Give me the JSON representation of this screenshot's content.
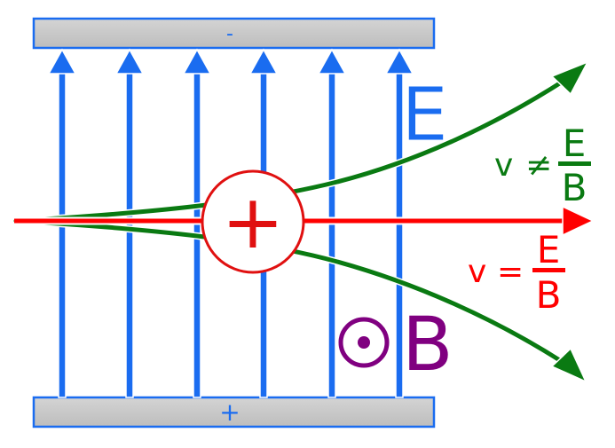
{
  "plates": {
    "top": {
      "sign": "-"
    },
    "bottom": {
      "sign": "+"
    }
  },
  "particle": {
    "symbol": "+"
  },
  "labels": {
    "e_field": "E",
    "b_field": "B",
    "b_direction_symbol": "⊙",
    "deflected": {
      "lhs": "v",
      "op": "≠",
      "num": "E",
      "den": "B"
    },
    "straight": {
      "lhs": "v",
      "op": "=",
      "num": "E",
      "den": "B"
    }
  },
  "colors": {
    "plate_fill": "#c8c8c8",
    "field_lines": "#1a6cf0",
    "e_label": "#1a6cf0",
    "b_label": "#800080",
    "straight_path": "#ff0000",
    "deflected_path": "#0a7a12",
    "particle_symbol": "#e01010",
    "sign_text": "#1a6cf0"
  }
}
